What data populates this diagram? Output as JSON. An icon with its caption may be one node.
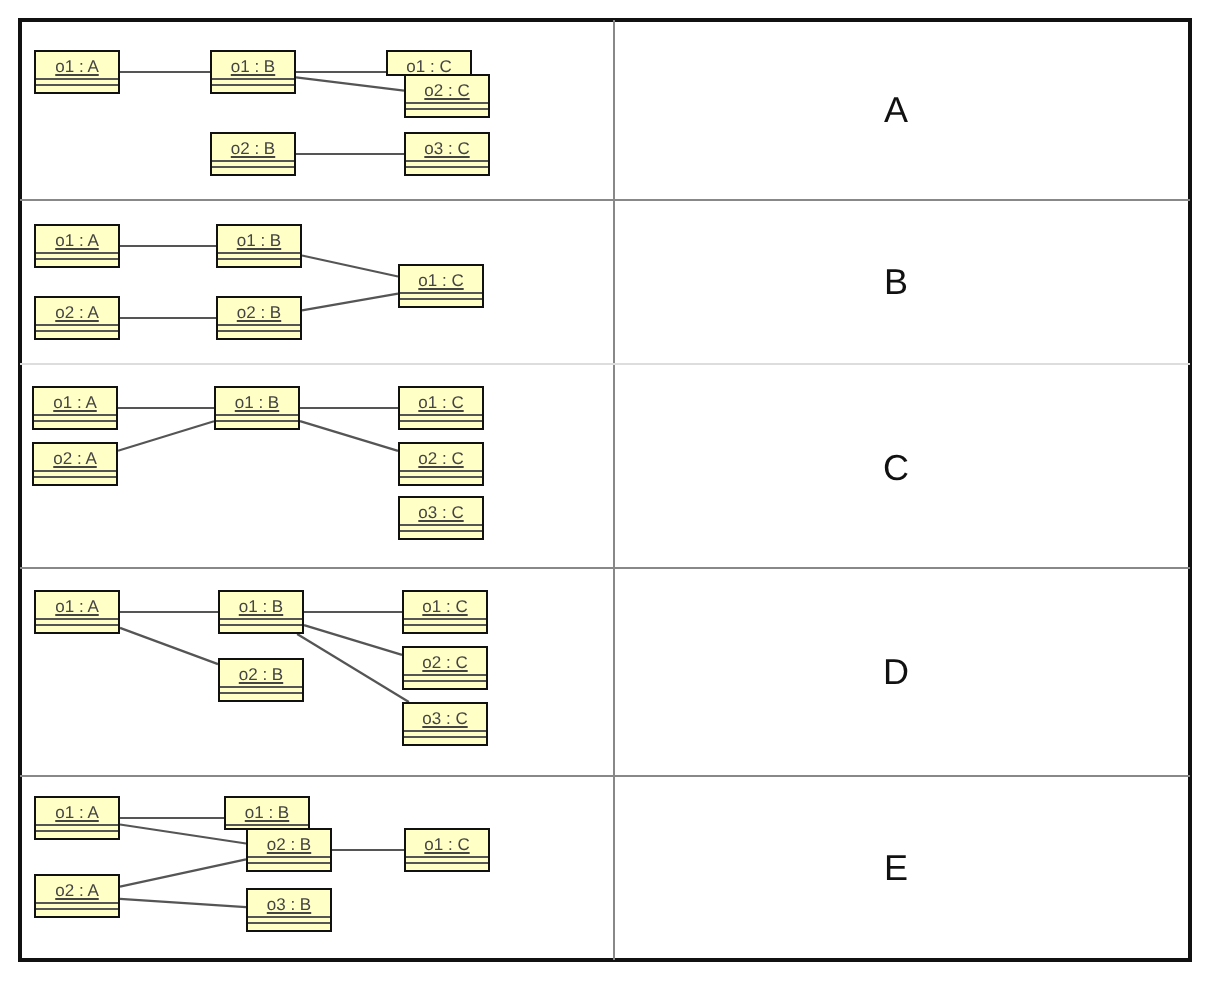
{
  "diagram": {
    "nodes": [
      {
        "text": [
          "o1 : A"
        ]
      },
      {
        "text": [
          "o1 : B"
        ]
      },
      {
        "text": [
          "o1 : C"
        ]
      },
      {
        "text": [
          "o2 : C"
        ]
      },
      {
        "text": [
          "o2 : B"
        ]
      },
      {
        "text": [
          "o3 : C"
        ]
      },
      {
        "text": [
          "o1 : A"
        ]
      },
      {
        "text": [
          "o1 : B"
        ]
      },
      {
        "text": [
          "o1 : C"
        ]
      },
      {
        "text": [
          "o2 : A"
        ]
      },
      {
        "text": [
          "o2 : B"
        ]
      },
      {
        "text": [
          "o1 : A"
        ]
      },
      {
        "text": [
          "o1 : B"
        ]
      },
      {
        "text": [
          "o1 : C"
        ]
      },
      {
        "text": [
          "o2 : A"
        ]
      },
      {
        "text": [
          "o2 : C"
        ]
      },
      {
        "text": [
          "o3 : C"
        ]
      },
      {
        "text": [
          "o1 : A"
        ]
      },
      {
        "text": [
          "o1 : B"
        ]
      },
      {
        "text": [
          "o1 : C"
        ]
      },
      {
        "text": [
          "o2 : B"
        ]
      },
      {
        "text": [
          "o2 : C"
        ]
      },
      {
        "text": [
          "o3 : C"
        ]
      },
      {
        "text": [
          "o1 : A"
        ]
      },
      {
        "text": [
          "o1 : B"
        ]
      },
      {
        "text": [
          "o2 : B"
        ]
      },
      {
        "text": [
          "o1 : C"
        ]
      },
      {
        "text": [
          "o2 : A"
        ]
      },
      {
        "text": [
          "o3 : B"
        ]
      }
    ],
    "edges": [
      {
        "from": 0,
        "to": 1,
        "arrow": "none"
      },
      {
        "from": 1,
        "to": 2,
        "arrow": "none"
      },
      {
        "from": 1,
        "to": 3,
        "arrow": "none"
      },
      {
        "from": 4,
        "to": 5,
        "arrow": "none"
      },
      {
        "from": 6,
        "to": 7,
        "arrow": "none"
      },
      {
        "from": 9,
        "to": 10,
        "arrow": "none"
      },
      {
        "from": 7,
        "to": 8,
        "arrow": "none"
      },
      {
        "from": 10,
        "to": 8,
        "arrow": "none"
      },
      {
        "from": 11,
        "to": 12,
        "arrow": "none"
      },
      {
        "from": 14,
        "to": 12,
        "arrow": "none"
      },
      {
        "from": 12,
        "to": 13,
        "arrow": "none"
      },
      {
        "from": 12,
        "to": 15,
        "arrow": "none"
      },
      {
        "from": 17,
        "to": 18,
        "arrow": "none"
      },
      {
        "from": 17,
        "to": 20,
        "arrow": "none"
      },
      {
        "from": 18,
        "to": 19,
        "arrow": "none"
      },
      {
        "from": 18,
        "to": 21,
        "arrow": "none"
      },
      {
        "from": 18,
        "to": 22,
        "arrow": "none"
      },
      {
        "from": 23,
        "to": 24,
        "arrow": "none"
      },
      {
        "from": 23,
        "to": 25,
        "arrow": "none"
      },
      {
        "from": 27,
        "to": 25,
        "arrow": "none"
      },
      {
        "from": 27,
        "to": 28,
        "arrow": "none"
      },
      {
        "from": 25,
        "to": 26,
        "arrow": "none"
      }
    ],
    "labels": [
      "A",
      "B",
      "C",
      "D",
      "E"
    ]
  }
}
